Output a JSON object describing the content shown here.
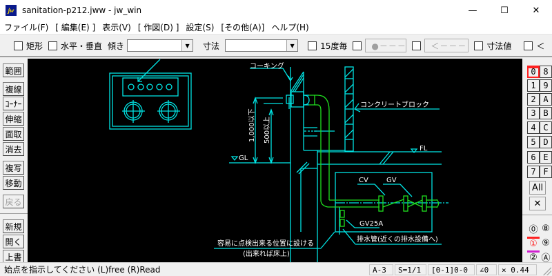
{
  "window": {
    "title": "sanitation-p212.jww - jw_win",
    "app_icon": "jw",
    "minimize": "—",
    "maximize": "☐",
    "close": "✕"
  },
  "menu": [
    {
      "label": "ファイル(F)"
    },
    {
      "label": "[ 編集(E) ]"
    },
    {
      "label": "表示(V)"
    },
    {
      "label": "[ 作図(D) ]"
    },
    {
      "label": "設定(S)"
    },
    {
      "label": "[その他(A)]"
    },
    {
      "label": "ヘルプ(H)"
    }
  ],
  "toolbar": {
    "rect_label": "矩形",
    "hv_label": "水平・垂直",
    "tilt_label": "傾き",
    "tilt_value": "",
    "dim_label": "寸法",
    "dim_value": "",
    "deg15_label": "15度毎",
    "dot_button": "●－－－",
    "arrow_button": "＜－－－",
    "dimval_label": "寸法値",
    "lt_label": "＜"
  },
  "left_tools": [
    {
      "label": "範囲",
      "enabled": true
    },
    {
      "label": "複線",
      "enabled": true
    },
    {
      "label": "ｺｰﾅｰ",
      "enabled": true
    },
    {
      "label": "伸縮",
      "enabled": true
    },
    {
      "label": "面取",
      "enabled": true
    },
    {
      "label": "消去",
      "enabled": true
    },
    {
      "label": "複写",
      "enabled": true
    },
    {
      "label": "移動",
      "enabled": true
    },
    {
      "label": "戻る",
      "enabled": false
    },
    {
      "label": "新規",
      "enabled": true
    },
    {
      "label": "開く",
      "enabled": true
    },
    {
      "label": "上書",
      "enabled": true
    }
  ],
  "layers": {
    "items": [
      "0",
      "1",
      "2",
      "3",
      "4",
      "5",
      "6",
      "7",
      "8",
      "9",
      "A",
      "B",
      "C",
      "D",
      "E",
      "F"
    ],
    "active": "0",
    "all_label": "All",
    "clear_label": "✕"
  },
  "layer_groups": {
    "items": [
      "⓪",
      "⑧",
      "①",
      "⑨",
      "②",
      "Ⓐ"
    ],
    "active": "①"
  },
  "drawing": {
    "line_color": "#00e5e5",
    "pipe_color": "#20e020",
    "text_color": "#ffffff",
    "labels": {
      "caulking": "コーキング",
      "concrete_block": "コンクリートブロック",
      "fl": "FL",
      "gl": "GL",
      "dim_1000": "1,000以下",
      "dim_500": "500以上",
      "cv": "CV",
      "gv": "GV",
      "gv25a": "GV25A",
      "drain": "排水管(近くの排水設備へ)",
      "note1": "容易に点検出来る位置に設ける",
      "note2": "(出来れば床上)"
    }
  },
  "status": {
    "message": "始点を指示してください (L)free (R)Read",
    "paper": "A-3",
    "scale": "S=1/1",
    "layer": "[0-1]0-0",
    "angle": "∠0",
    "zoom": "× 0.44"
  }
}
